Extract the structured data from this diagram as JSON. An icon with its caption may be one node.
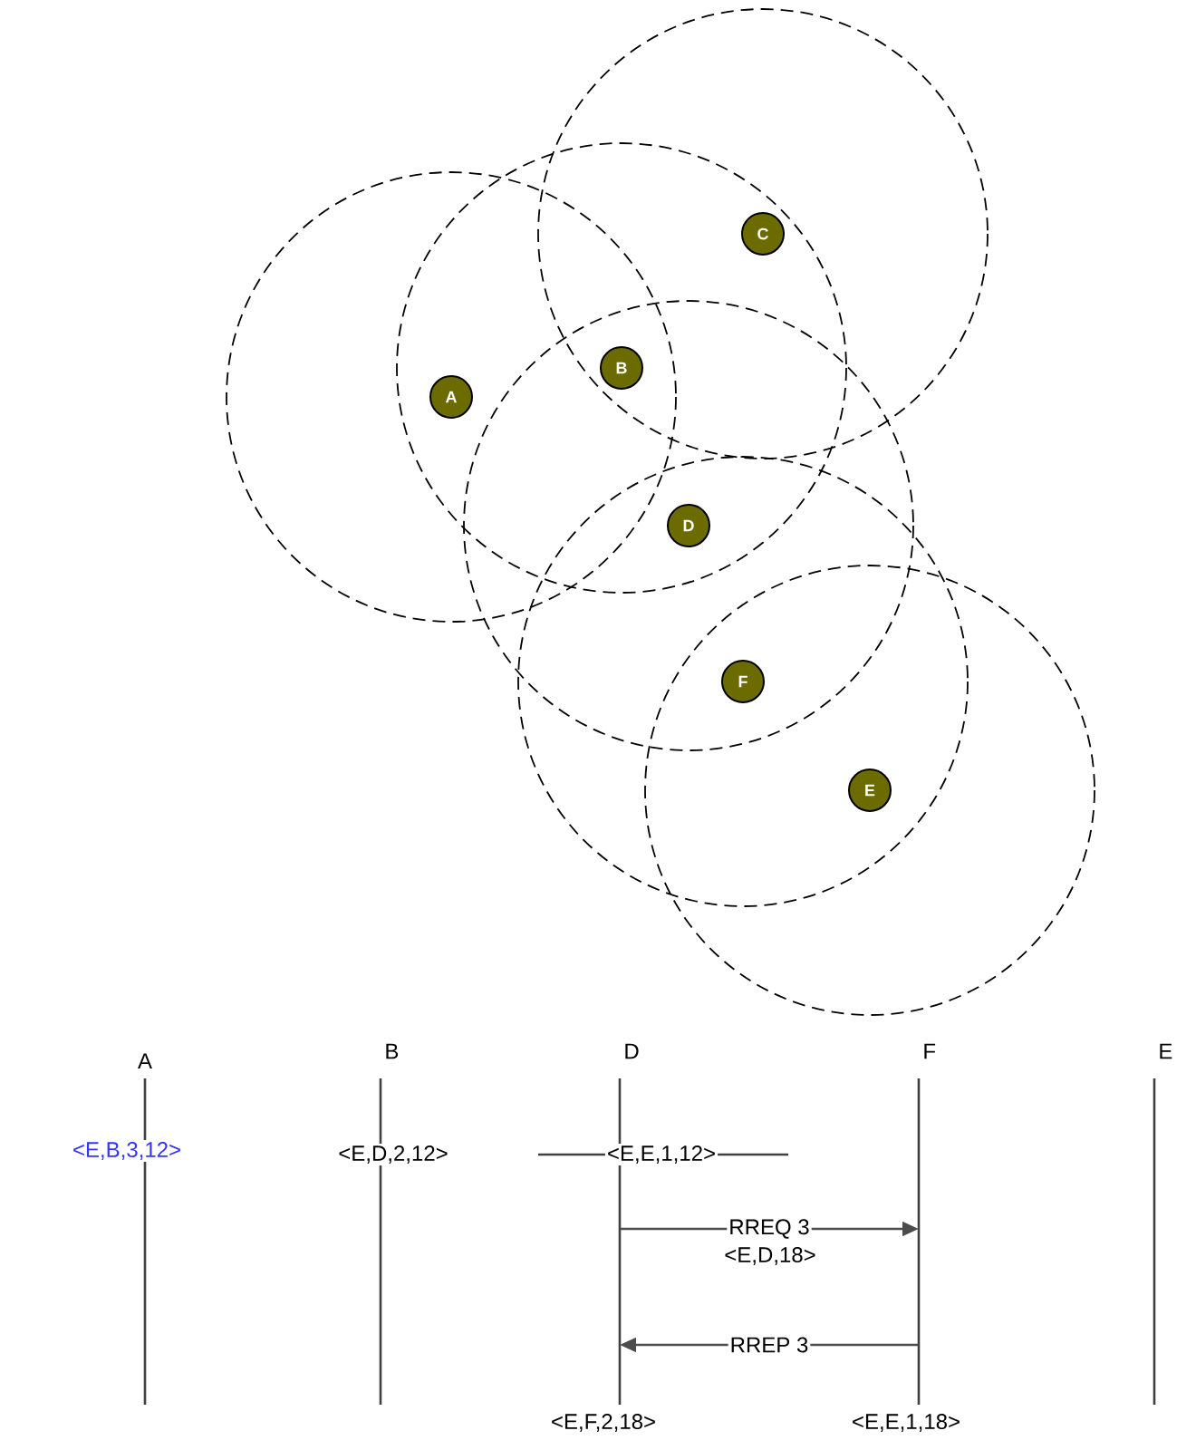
{
  "diagram": {
    "nodes": [
      {
        "text": [
          "C"
        ]
      },
      {
        "text": [
          "B"
        ]
      },
      {
        "text": [
          "A"
        ]
      },
      {
        "text": [
          "D"
        ]
      },
      {
        "text": [
          "F"
        ]
      },
      {
        "text": [
          "E"
        ]
      },
      {
        "text": [
          "A"
        ]
      },
      {
        "text": [
          "B"
        ]
      },
      {
        "text": [
          "D"
        ]
      },
      {
        "text": [
          "F"
        ]
      },
      {
        "text": [
          "E"
        ]
      }
    ],
    "edges": [
      {
        "from": 8,
        "to": 9,
        "arrow": "to",
        "label": "RREQ 3"
      },
      {
        "from": 9,
        "to": 8,
        "arrow": "to",
        "label": "RREP 3"
      }
    ],
    "labels": [
      "<E,B,3,12>",
      "<E,D,2,12>",
      "<E,E,1,12>",
      "<E,D,18>",
      "<E,F,2,18>",
      "<E,E,1,18>"
    ]
  }
}
